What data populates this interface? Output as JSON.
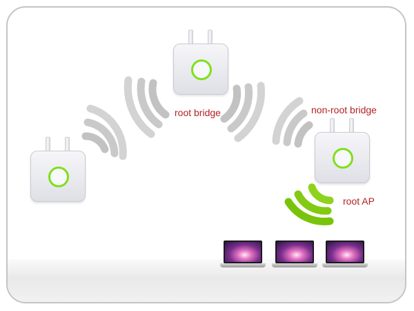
{
  "labels": {
    "root_bridge": "root bridge",
    "non_root_bridge": "non-root bridge",
    "root_ap": "root AP"
  },
  "colors": {
    "label_text": "#b22222",
    "led_ring": "#7ee01a",
    "wave_gray": "#bdbdbd",
    "wave_green": "#7ac70c"
  },
  "icons": {
    "access_point": "wireless-access-point-icon",
    "laptop": "laptop-icon"
  }
}
